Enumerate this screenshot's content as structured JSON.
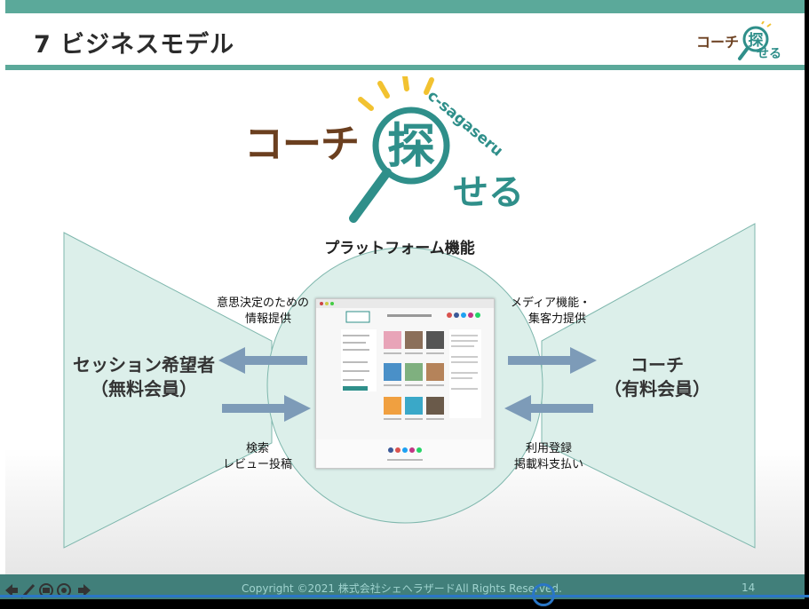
{
  "slide": {
    "title": "7 ビジネスモデル",
    "small_logo": {
      "text_main": "コーチ",
      "text_kanji": "探",
      "text_sub": "せる"
    },
    "big_logo": {
      "text_main": "コーチ",
      "text_kanji": "探",
      "text_sub": "せる",
      "romaji": "c-sagaseru"
    },
    "platform_label": "プラットフォーム機能",
    "labels": {
      "info_provide_line1": "意思決定のための",
      "info_provide_line2": "情報提供",
      "search_line1": "検索",
      "search_line2": "レビュー投稿",
      "media_line1": "メディア機能・",
      "media_line2": "集客力提供",
      "usage_line1": "利用登録",
      "usage_line2": "掲載料支払い"
    },
    "left_side": {
      "line1": "セッション希望者",
      "line2": "（無料会員）"
    },
    "right_side": {
      "line1": "コーチ",
      "line2": "（有料会員）"
    },
    "footer": {
      "copyright": "Copyright ©2021 株式会社シェヘラザードAll Rights Reserved.",
      "page_number": "14"
    }
  },
  "colors": {
    "accent_teal": "#5ba99a",
    "footer_teal": "#417f7a",
    "logo_brown": "#6b3f1f",
    "logo_teal": "#2f8f8a",
    "arrow_blue": "#7d9bb8",
    "shape_fill": "#dcefea",
    "progress_blue": "#2a76c6"
  },
  "player": {
    "controls": [
      "prev-arrow-icon",
      "pen-icon",
      "slides-icon",
      "zoom-icon",
      "next-arrow-icon"
    ],
    "progress": 0.68
  }
}
